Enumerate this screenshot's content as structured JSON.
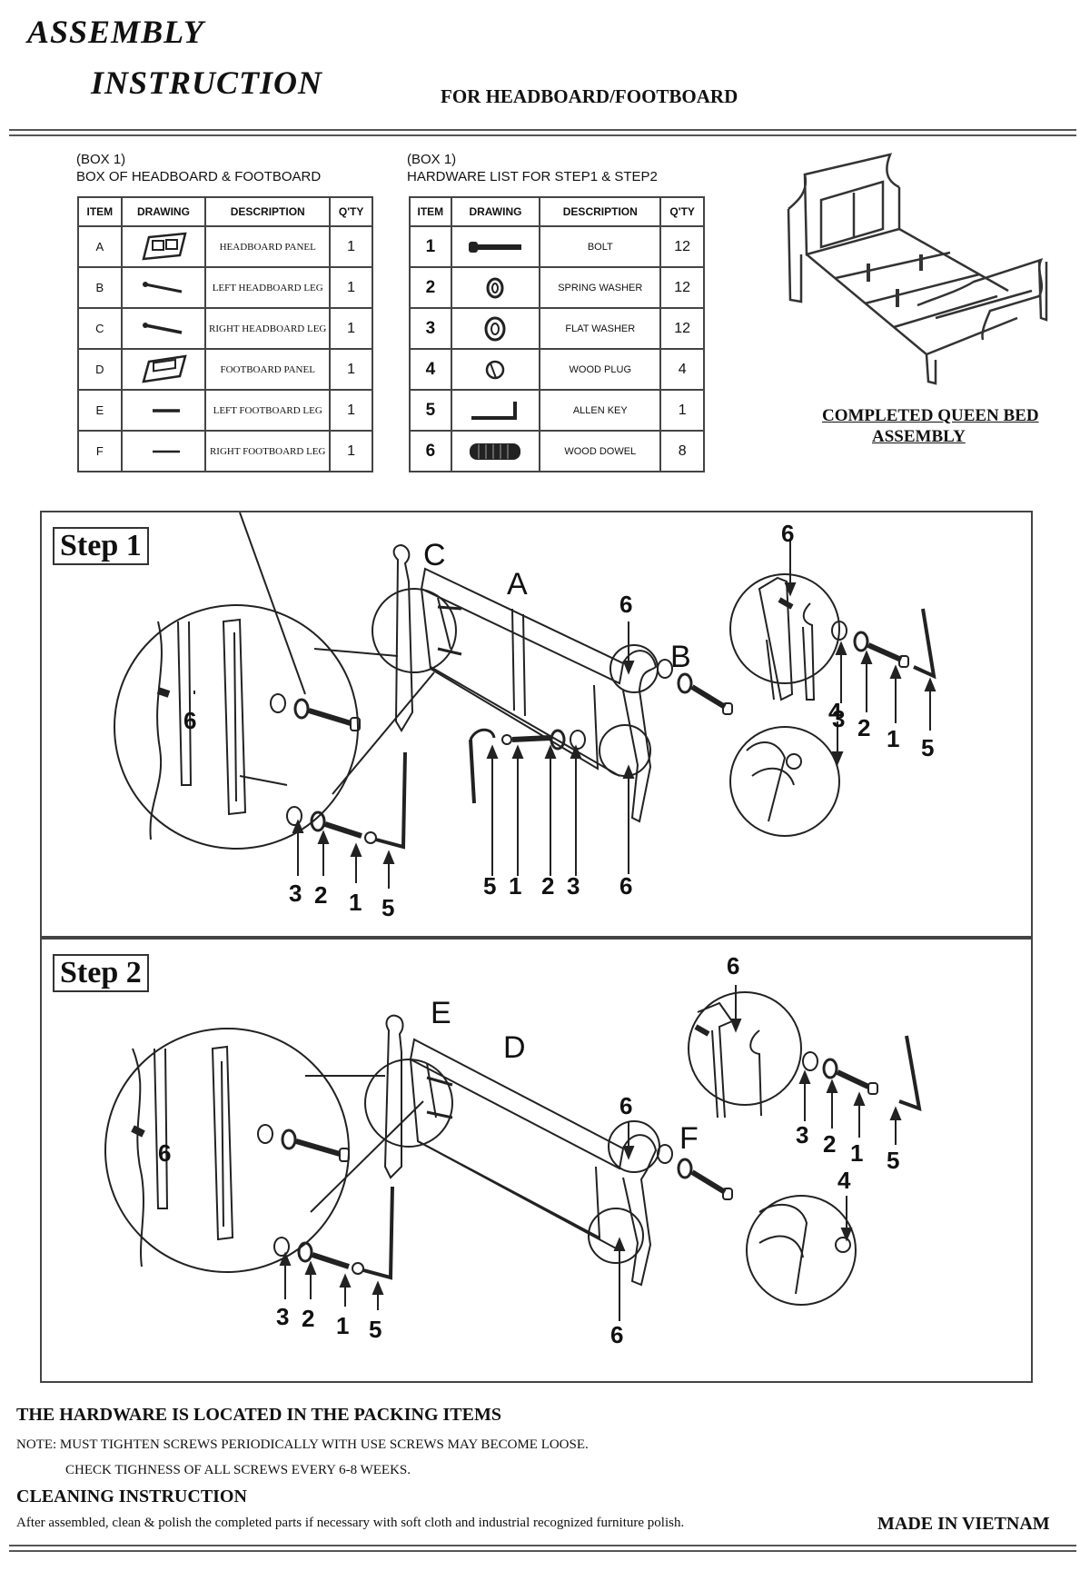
{
  "header": {
    "title_line1": "ASSEMBLY",
    "title_line2": "INSTRUCTION",
    "subtitle": "FOR HEADBOARD/FOOTBOARD"
  },
  "box1": {
    "caption1": "(BOX 1)",
    "caption2": "BOX OF HEADBOARD & FOOTBOARD",
    "columns": [
      "ITEM",
      "DRAWING",
      "DESCRIPTION",
      "Q'TY"
    ],
    "rows": [
      {
        "item": "A",
        "drawing": "panel-icon",
        "desc": "HEADBOARD PANEL",
        "qty": "1"
      },
      {
        "item": "B",
        "drawing": "leg-icon",
        "desc": "LEFT HEADBOARD LEG",
        "qty": "1"
      },
      {
        "item": "C",
        "drawing": "leg-icon",
        "desc": "RIGHT HEADBOARD LEG",
        "qty": "1"
      },
      {
        "item": "D",
        "drawing": "panel-icon",
        "desc": "FOOTBOARD PANEL",
        "qty": "1"
      },
      {
        "item": "E",
        "drawing": "leg-icon",
        "desc": "LEFT FOOTBOARD LEG",
        "qty": "1"
      },
      {
        "item": "F",
        "drawing": "leg-icon",
        "desc": "RIGHT FOOTBOARD LEG",
        "qty": "1"
      }
    ]
  },
  "box2": {
    "caption1": "(BOX 1)",
    "caption2": "HARDWARE LIST FOR STEP1 & STEP2",
    "columns": [
      "ITEM",
      "DRAWING",
      "DESCRIPTION",
      "Q'TY"
    ],
    "rows": [
      {
        "item": "1",
        "drawing": "bolt-icon",
        "desc": "BOLT",
        "qty": "12"
      },
      {
        "item": "2",
        "drawing": "spring-washer-icon",
        "desc": "SPRING WASHER",
        "qty": "12"
      },
      {
        "item": "3",
        "drawing": "flat-washer-icon",
        "desc": "FLAT WASHER",
        "qty": "12"
      },
      {
        "item": "4",
        "drawing": "wood-plug-icon",
        "desc": "WOOD PLUG",
        "qty": "4"
      },
      {
        "item": "5",
        "drawing": "allen-key-icon",
        "desc": "ALLEN KEY",
        "qty": "1"
      },
      {
        "item": "6",
        "drawing": "wood-dowel-icon",
        "desc": "WOOD DOWEL",
        "qty": "8"
      }
    ]
  },
  "completed": {
    "line1": "COMPLETED QUEEN BED",
    "line2": "ASSEMBLY"
  },
  "step1": {
    "label": "Step 1",
    "callouts": {
      "leg": "C",
      "panel": "A",
      "leg2": "B",
      "dowel": "6",
      "plug": "4",
      "key": "5",
      "bolt": "1",
      "spring": "2",
      "flat": "3"
    }
  },
  "step2": {
    "label": "Step 2",
    "callouts": {
      "leg": "E",
      "panel": "D",
      "leg2": "F",
      "dowel": "6",
      "plug": "4",
      "key": "5",
      "bolt": "1",
      "spring": "2",
      "flat": "3"
    }
  },
  "footer": {
    "hardware_heading": "THE HARDWARE IS LOCATED IN THE PACKING ITEMS",
    "note1": "NOTE: MUST TIGHTEN SCREWS PERIODICALLY WITH USE SCREWS MAY BECOME LOOSE.",
    "note2": "CHECK TIGHNESS OF ALL SCREWS EVERY 6-8 WEEKS.",
    "cleaning_heading": "CLEANING INSTRUCTION",
    "cleaning_text": "After assembled, clean & polish the completed parts if necessary with soft cloth and industrial recognized furniture polish.",
    "made_in": "MADE IN VIETNAM"
  }
}
